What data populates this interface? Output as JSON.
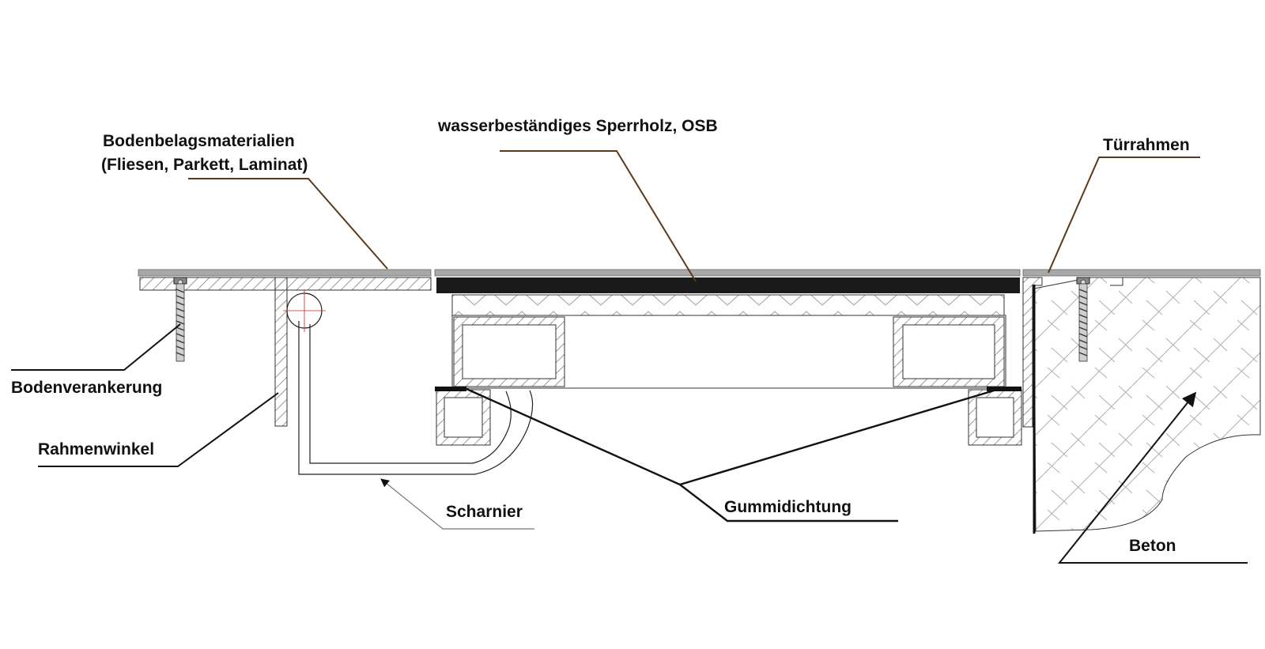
{
  "labels": {
    "bodenbelag_line1": "Bodenbelagsmaterialien",
    "bodenbelag_line2": "(Fliesen, Parkett, Laminat)",
    "sperrholz": "wasserbeständiges Sperrholz, OSB",
    "tuerrahmen": "Türrahmen",
    "bodenverankerung": "Bodenverankerung",
    "rahmenwinkel": "Rahmenwinkel",
    "scharnier": "Scharnier",
    "gummidichtung": "Gummidichtung",
    "beton": "Beton"
  },
  "colors": {
    "ink": "#111111",
    "floor_covering": "#a8a8a8",
    "plywood": "#1a1a1a",
    "hatch": "#9a9a9a",
    "leader_brown": "#5a3a1a"
  }
}
